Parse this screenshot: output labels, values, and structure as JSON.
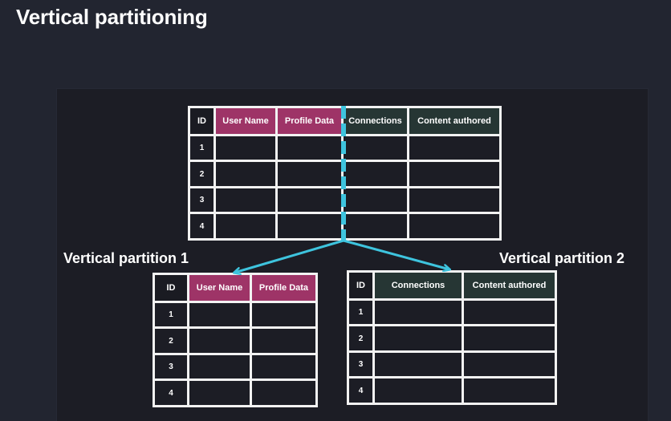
{
  "page": {
    "title": "Vertical partitioning"
  },
  "colors": {
    "background": "#222530",
    "slide": "#1c1d25",
    "border": "#f2f2f2",
    "pink_header": "#9e3467",
    "dark_header": "#263634",
    "divider": "#3ec4de"
  },
  "main_table": {
    "headers": [
      "ID",
      "User Name",
      "Profile Data",
      "Connections",
      "Content authored"
    ],
    "rows": [
      "1",
      "2",
      "3",
      "4"
    ]
  },
  "partition1": {
    "title": "Vertical partition 1",
    "headers": [
      "ID",
      "User Name",
      "Profile Data"
    ],
    "rows": [
      "1",
      "2",
      "3",
      "4"
    ]
  },
  "partition2": {
    "title": "Vertical partition 2",
    "headers": [
      "ID",
      "Connections",
      "Content authored"
    ],
    "rows": [
      "1",
      "2",
      "3",
      "4"
    ]
  }
}
